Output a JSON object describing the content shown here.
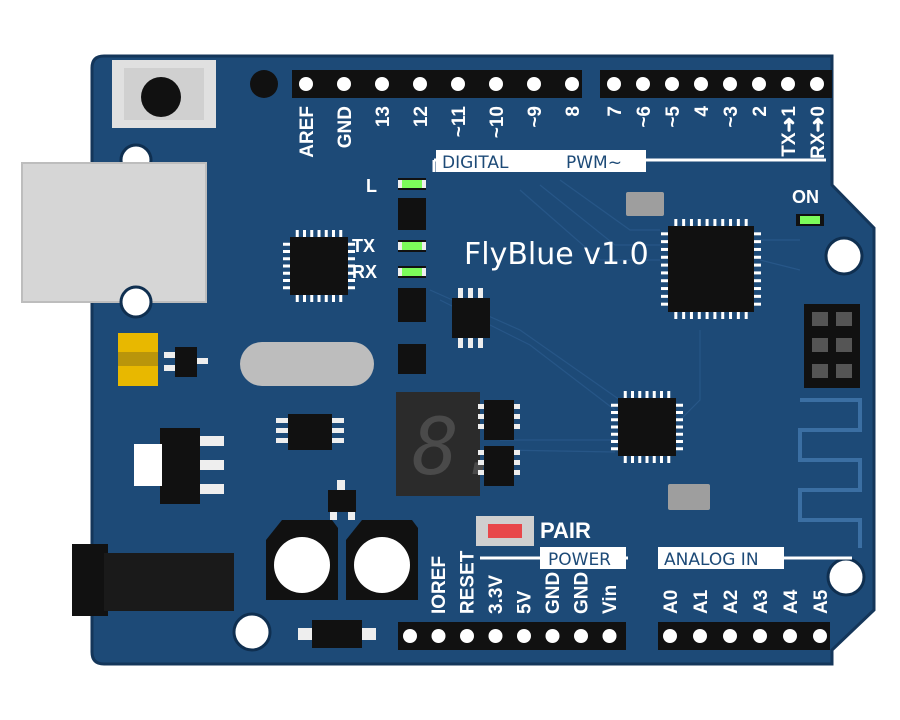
{
  "board": {
    "name": "FlyBlue v1.0",
    "colors": {
      "pcb": "#1d4a77",
      "pcb_edge": "#14365a",
      "header": "#111111",
      "pin": "#ffffff",
      "led_on": "#7CFC5A",
      "switch": "#e8474a"
    }
  },
  "top_header": {
    "left_pins": [
      "AREF",
      "GND",
      "13",
      "12",
      "~11",
      "~10",
      "~9",
      "8"
    ],
    "right_pins": [
      "7",
      "~6",
      "~5",
      "4",
      "~3",
      "2",
      "TX➜1",
      "RX➜0"
    ],
    "bar_left": "DIGITAL",
    "bar_right": "PWM~"
  },
  "leds": {
    "l": "L",
    "tx": "TX",
    "rx": "RX",
    "on": "ON"
  },
  "pair": {
    "label": "PAIR"
  },
  "bottom_header": {
    "power_title": "POWER",
    "power_pins": [
      "IOREF",
      "RESET",
      "3.3V",
      "5V",
      "GND",
      "GND",
      "Vin"
    ],
    "analog_title": "ANALOG IN",
    "analog_pins": [
      "A0",
      "A1",
      "A2",
      "A3",
      "A4",
      "A5"
    ]
  },
  "display": {
    "digit": "8."
  }
}
